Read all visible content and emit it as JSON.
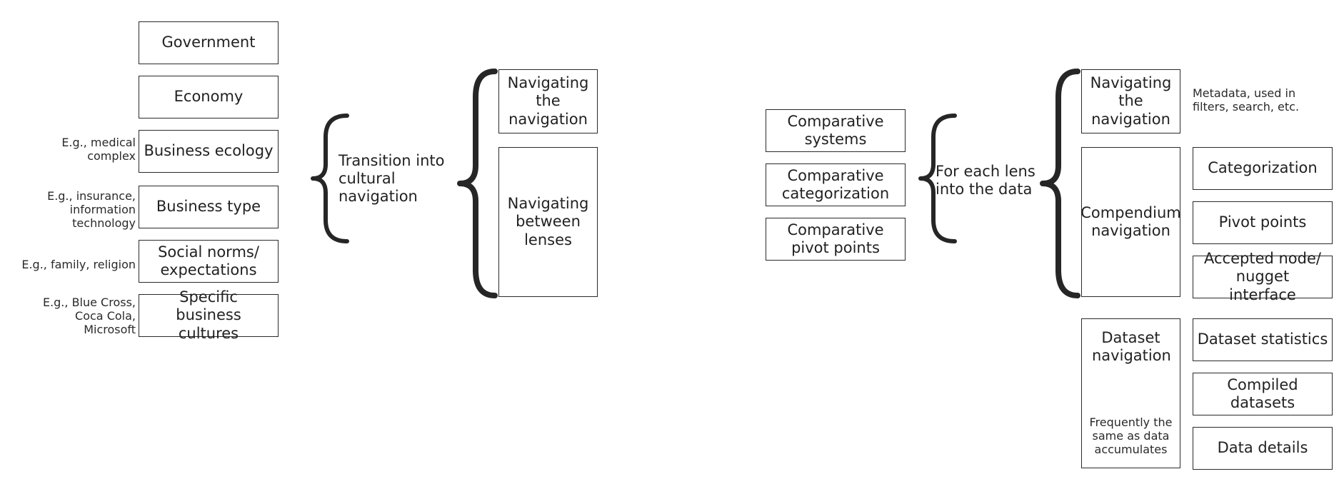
{
  "left": {
    "boxes": [
      "Government",
      "Economy",
      "Business ecology",
      "Business type",
      "Social norms/ expectations",
      "Specific business cultures"
    ],
    "notes": {
      "business_ecology": "E.g., medical complex",
      "business_type": "E.g., insurance, information technology",
      "social_norms": "E.g., family, religion",
      "specific_cultures": "E.g., Blue Cross, Coca Cola, Microsoft"
    },
    "transition_label": "Transition into cultural navigation",
    "nav_boxes": [
      "Navigating the navigation",
      "Navigating between lenses"
    ]
  },
  "right": {
    "comparative_boxes": [
      "Comparative systems",
      "Comparative categorization",
      "Comparative pivot points"
    ],
    "lens_label": "For each lens into the data",
    "nav_navigation": "Navigating the navigation",
    "metadata_note": "Metadata, used in filters, search, etc.",
    "compendium": "Compendium navigation",
    "compendium_items": [
      "Categorization",
      "Pivot points",
      "Accepted node/ nugget interface"
    ],
    "dataset": "Dataset navigation",
    "dataset_note": "Frequently the same as data accumulates",
    "dataset_items": [
      "Dataset statistics",
      "Compiled datasets",
      "Data details"
    ]
  }
}
